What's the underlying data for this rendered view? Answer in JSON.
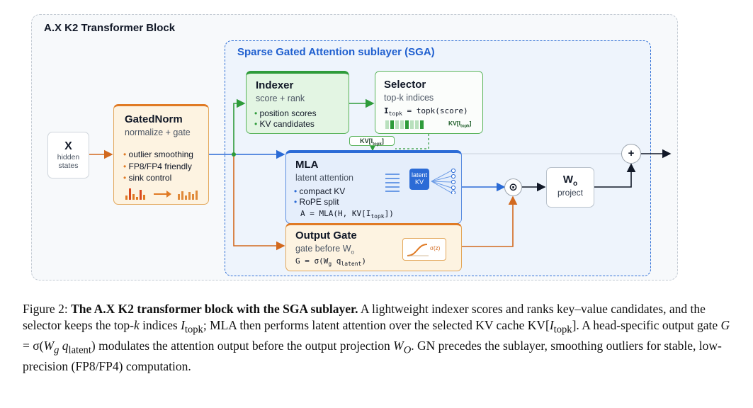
{
  "diagram": {
    "title": "A.X K2 Transformer Block",
    "sga_title": "Sparse Gated Attention sublayer (SGA)",
    "input": {
      "symbol": "X",
      "label1": "hidden",
      "label2": "states"
    },
    "gatednorm": {
      "title": "GatedNorm",
      "subtitle": "normalize + gate",
      "bullets": [
        "outlier smoothing",
        "FP8/FP4 friendly",
        "sink control"
      ]
    },
    "indexer": {
      "title": "Indexer",
      "subtitle": "score + rank",
      "bullets": [
        "position scores",
        "KV candidates"
      ]
    },
    "selector": {
      "title": "Selector",
      "subtitle": "top-k indices",
      "formula_lhs": "I",
      "formula_sub": "topk",
      "formula_rhs": " = topk(score)",
      "kv_tag": "KV[I",
      "kv_tag_sub": "topk",
      "kv_tag_end": "]"
    },
    "kv_link": {
      "text": "KV[I",
      "sub": "topk",
      "end": "]"
    },
    "mla": {
      "title": "MLA",
      "subtitle": "latent attention",
      "bullets": [
        "compact KV",
        "RoPE split"
      ],
      "formula": "A = MLA(H, KV[I",
      "formula_sub": "topk",
      "formula_end": "])",
      "latent_label1": "latent",
      "latent_label2": "KV"
    },
    "output_gate": {
      "title": "Output Gate",
      "subtitle": "gate before W",
      "subtitle_sub": "o",
      "formula": "G = σ(W",
      "formula_sub1": "g",
      "formula_mid": " q",
      "formula_sub2": "latent",
      "formula_end": ")",
      "sigma_label": "σ(z)"
    },
    "multiply_symbol": "⊙",
    "add_symbol": "+",
    "wo": {
      "symbol": "W",
      "symbol_sub": "o",
      "label": "project"
    },
    "colors": {
      "blue": "#2b6bd6",
      "green": "#2e9b3a",
      "orange": "#e07a24",
      "dark": "#111827"
    }
  },
  "caption": {
    "prefix": "Figure 2: ",
    "bold": "The A.X K2 transformer block with the SGA sublayer.",
    "s1": " A lightweight indexer scores and ranks key–value candidates, and the selector keeps the top-",
    "k": "k",
    "s2": " indices ",
    "I": "I",
    "topk": "topk",
    "s3": "; MLA then performs latent attention over the selected KV cache KV[",
    "s4": "]. A head-specific output gate ",
    "G": "G",
    "s5": " = σ(",
    "W": "W",
    "g": "g",
    "q": "q",
    "latent": "latent",
    "s6": ") modulates the attention output before the output projection ",
    "O": "O",
    "s7": ". GN precedes the sublayer, smoothing outliers for stable, low-precision (FP8/FP4) computation."
  }
}
